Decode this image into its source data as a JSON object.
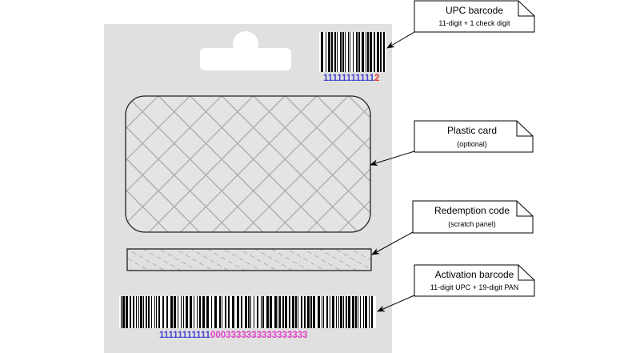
{
  "colors": {
    "card_bg": "#e0e0e0",
    "hatch": "#a8a8a8",
    "upc_digits": "#4747d1",
    "check_digit": "#e53935",
    "pan_digits": "#e040c8"
  },
  "upc_barcode": {
    "digits": "11111111111",
    "check_digit": "2"
  },
  "activation_barcode": {
    "upc_digits": "11111111111",
    "pan_digits": "0003333333333333333"
  },
  "callouts": {
    "upc": {
      "title": "UPC barcode",
      "subtitle": "11-digit + 1 check digit"
    },
    "plastic": {
      "title": "Plastic card",
      "subtitle": "(optional)"
    },
    "redemption": {
      "title": "Redemption code",
      "subtitle": "(scratch panel)"
    },
    "activation": {
      "title": "Activation barcode",
      "subtitle": "11-digit UPC + 19-digit PAN"
    }
  }
}
